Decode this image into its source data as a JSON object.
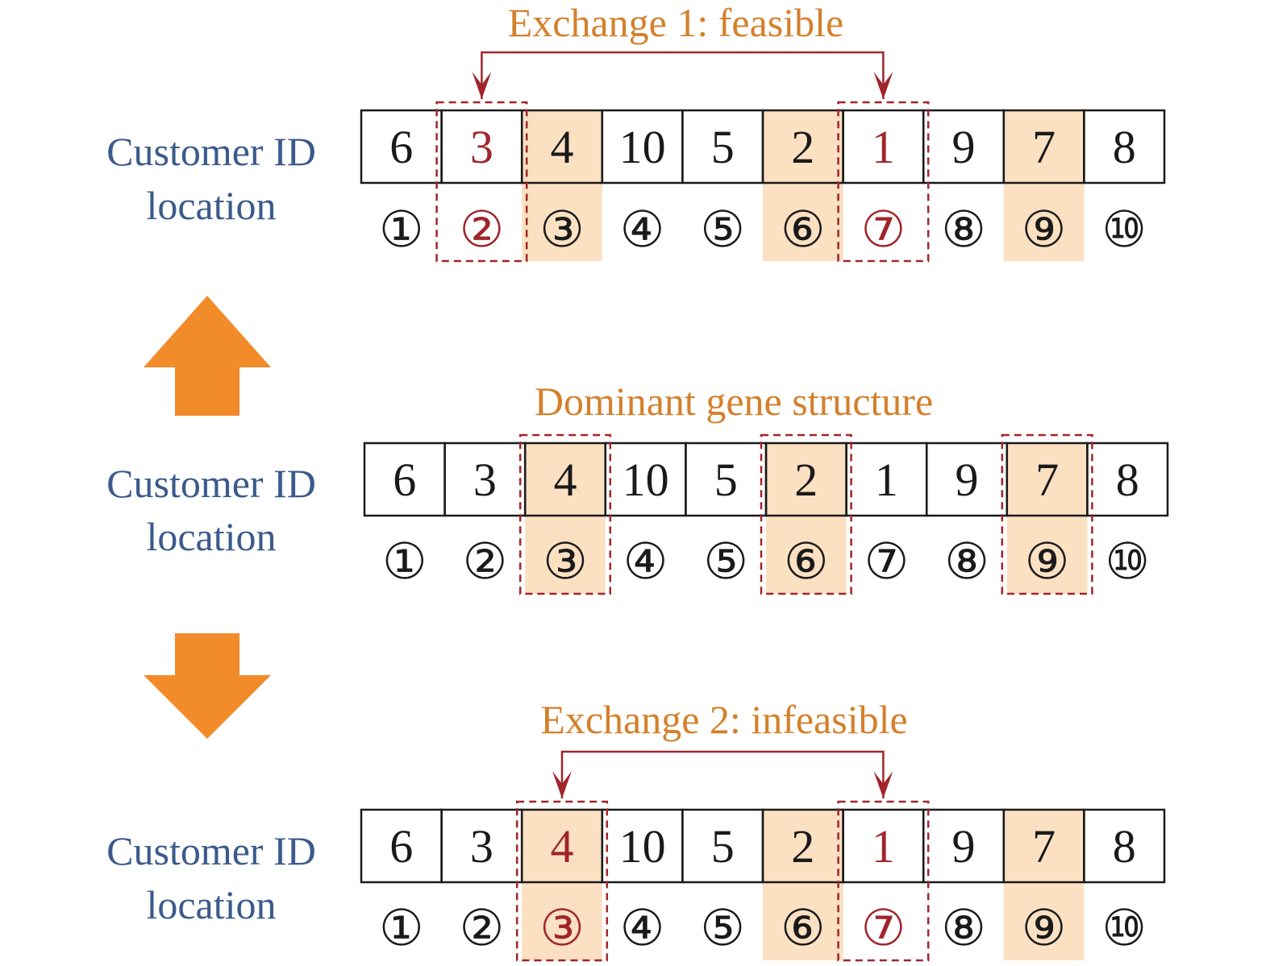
{
  "colors": {
    "label": "#3b5a8c",
    "title": "#d4802c",
    "highlight_fill": "#fbe0c2",
    "highlight_text": "#a0252b",
    "dash": "#a0252b",
    "exchange_arrow": "#a0252b",
    "big_arrow": "#f28b2a",
    "ink": "#1a1a1a"
  },
  "panels": [
    {
      "id": "exchange-1",
      "title": "Exchange 1: feasible",
      "row_label": [
        "Customer ID",
        "location"
      ],
      "customer_ids": [
        "6",
        "3",
        "4",
        "10",
        "5",
        "2",
        "1",
        "9",
        "7",
        "8"
      ],
      "locations": [
        "①",
        "②",
        "③",
        "④",
        "⑤",
        "⑥",
        "⑦",
        "⑧",
        "⑨",
        "⑩"
      ],
      "shaded_positions": [
        3,
        6,
        9
      ],
      "dashed_positions": [
        2,
        7
      ],
      "red_positions": [
        2,
        7
      ],
      "exchange": [
        2,
        7
      ]
    },
    {
      "id": "dominant",
      "title": "Dominant gene structure",
      "row_label": [
        "Customer ID",
        "location"
      ],
      "customer_ids": [
        "6",
        "3",
        "4",
        "10",
        "5",
        "2",
        "1",
        "9",
        "7",
        "8"
      ],
      "locations": [
        "①",
        "②",
        "③",
        "④",
        "⑤",
        "⑥",
        "⑦",
        "⑧",
        "⑨",
        "⑩"
      ],
      "shaded_positions": [
        3,
        6,
        9
      ],
      "dashed_positions": [
        3,
        6,
        9
      ],
      "red_positions": [],
      "exchange": null
    },
    {
      "id": "exchange-2",
      "title": "Exchange 2: infeasible",
      "row_label": [
        "Customer ID",
        "location"
      ],
      "customer_ids": [
        "6",
        "3",
        "4",
        "10",
        "5",
        "2",
        "1",
        "9",
        "7",
        "8"
      ],
      "locations": [
        "①",
        "②",
        "③",
        "④",
        "⑤",
        "⑥",
        "⑦",
        "⑧",
        "⑨",
        "⑩"
      ],
      "shaded_positions": [
        3,
        6,
        9
      ],
      "dashed_positions": [
        3,
        7
      ],
      "red_positions": [
        3,
        7
      ],
      "exchange": [
        3,
        7
      ]
    }
  ],
  "big_arrows": [
    "up",
    "down"
  ]
}
